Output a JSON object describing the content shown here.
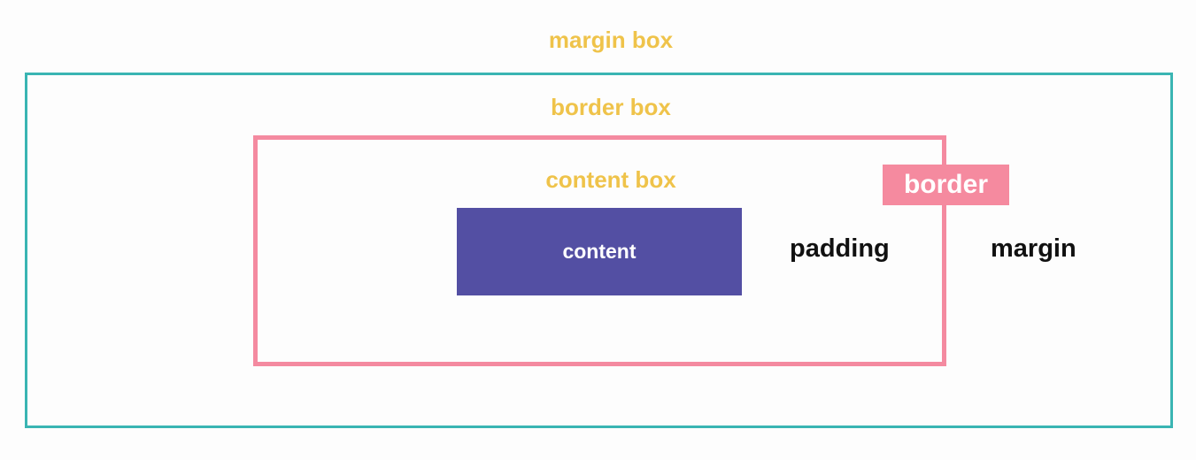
{
  "diagram": {
    "margin_box_label": "margin box",
    "border_box_label": "border box",
    "content_box_label": "content box",
    "content_label": "content",
    "padding_label": "padding",
    "border_label": "border",
    "margin_label": "margin"
  },
  "colors": {
    "label_yellow": "#efc34a",
    "margin_outline": "#3ab5b3",
    "border_outline": "#f48aa0",
    "content_fill": "#534fa3",
    "border_tag_fill": "#f58a9f",
    "text_dark": "#111111"
  }
}
